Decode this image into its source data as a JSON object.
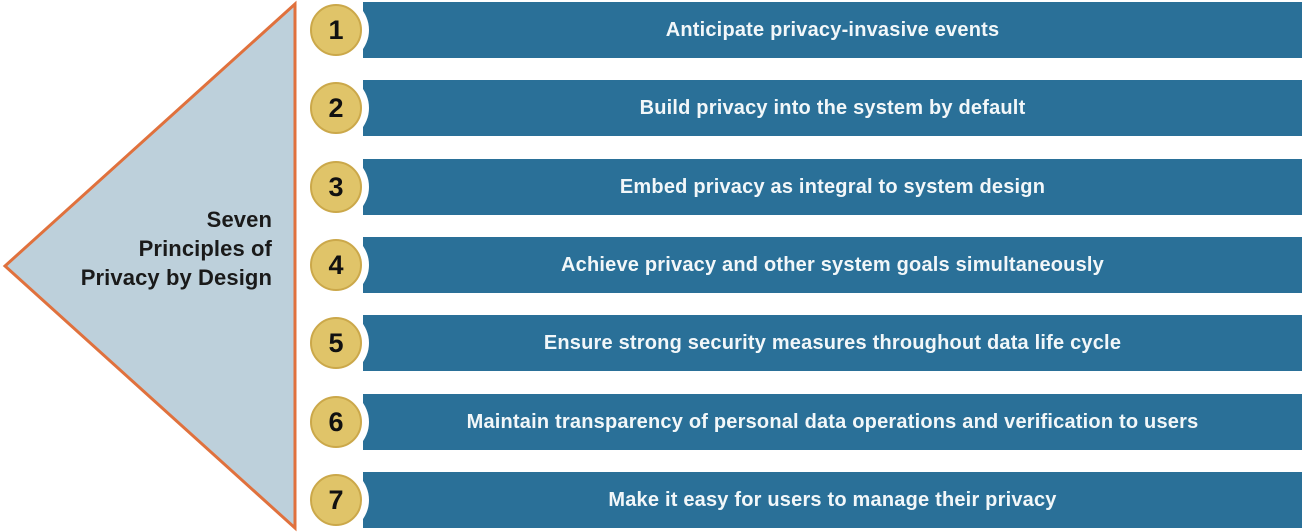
{
  "title": {
    "lines": [
      "Seven",
      "Principles of",
      "Privacy by Design"
    ],
    "full": "Seven Principles of Privacy by Design"
  },
  "principles": [
    {
      "number": "1",
      "label": "Anticipate privacy-invasive events"
    },
    {
      "number": "2",
      "label": "Build privacy into the system by default"
    },
    {
      "number": "3",
      "label": "Embed privacy as integral to system design"
    },
    {
      "number": "4",
      "label": "Achieve privacy and other system goals simultaneously"
    },
    {
      "number": "5",
      "label": "Ensure strong security measures throughout data life cycle"
    },
    {
      "number": "6",
      "label": "Maintain transparency of personal data operations and verification to users"
    },
    {
      "number": "7",
      "label": "Make it easy for users to manage their privacy"
    }
  ],
  "colors": {
    "background": "#ffffff",
    "bar": "#2a7098",
    "bar_text": "#f2f7f9",
    "circle_fill": "#e0c469",
    "circle_border": "#cba84a",
    "circle_text": "#111111",
    "triangle_fill": "#bdd0db",
    "triangle_border": "#e0713d",
    "title_text": "#1a1a1a"
  }
}
